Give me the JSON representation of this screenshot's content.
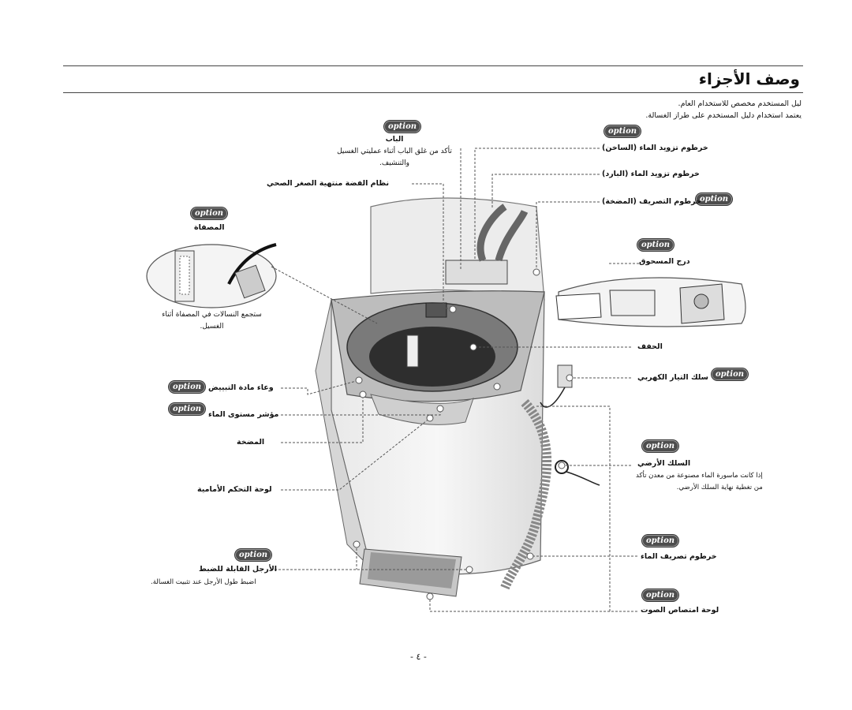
{
  "page": {
    "title": "وصف الأجزاء",
    "intro_line1": "ليل المستخدم مخصص للاستخدام العام.",
    "intro_line2": "يعتمد استخدام دليل المستخدم على طراز الغسالة.",
    "page_number": "- ٤ -"
  },
  "option_badge": "option",
  "labels": {
    "door": "الباب",
    "door_note_1": "تأكد من غلق الباب أثناء عمليتي الغسيل",
    "door_note_2": "والتنشيف.",
    "bleach_system": "نظام الفضة منتهية الصغر الصحي",
    "filter": "المصفاة",
    "filter_note_1": "ستجمع النسالات في المصفاة أثناء",
    "filter_note_2": "الغسيل.",
    "hot_hose": "خرطوم تزويد الماء (الساخن)",
    "cold_hose": "خرطوم تزويد الماء (البارد)",
    "drain_pump_hose": "خرطوم التصريف (المضخة)",
    "detergent_drawer": "درج المسحوق",
    "tub": "الحفف",
    "power_cord": "سلك التيار الكهربي",
    "bleach_container": "وعاء مادة التبييض",
    "water_level": "مؤشر مستوى الماء",
    "pump": "المضخة",
    "control_panel": "لوحة التحكم الأمامية",
    "ground_wire": "السلك الأرضي",
    "ground_note_1": "إذا كانت ماسورة الماء مصنوعة من معدن تأكد",
    "ground_note_2": "من تغطية نهاية السلك الأرضي.",
    "drain_hose": "خرطوم تصريف الماء",
    "leveling_legs": "الأرجل القابلة للضبط",
    "leveling_note": "اضبط طول الأرجل عند تثبيت الغسالة.",
    "joint_panel": "لوحة امتصاص الصوت"
  },
  "colors": {
    "badge_bg": "#4d4d4d",
    "leader": "#555555"
  }
}
